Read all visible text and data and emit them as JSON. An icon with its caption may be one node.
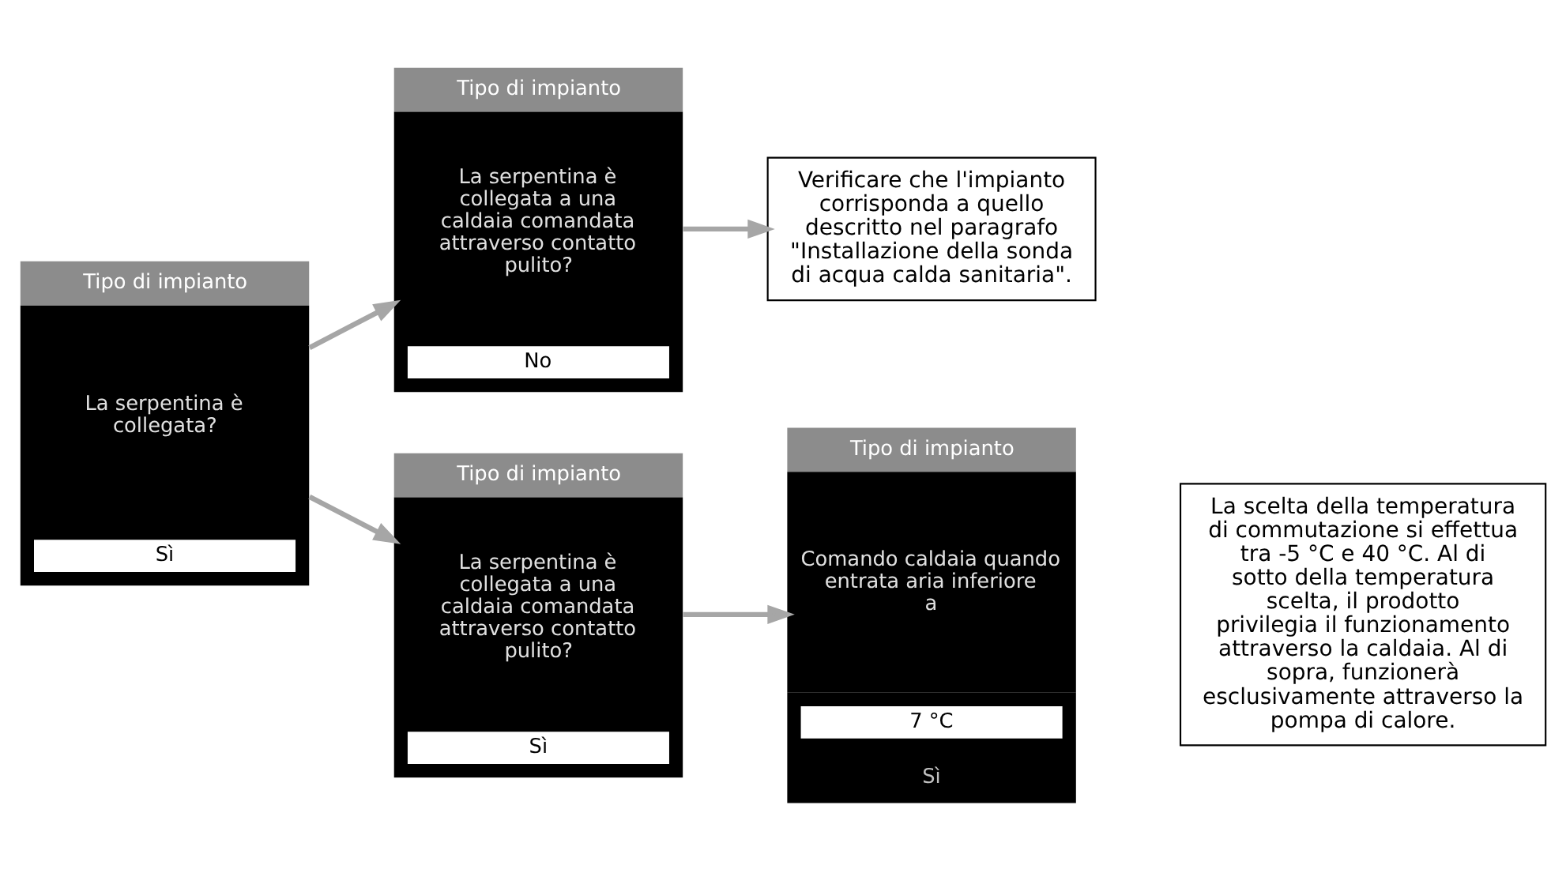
{
  "diagram": {
    "nodes": [
      {
        "text": [
          "Tipo di impianto",
          "La serpentina è collegata?",
          "Sì"
        ]
      },
      {
        "text": [
          "Tipo di impianto",
          "La serpentina è collegata a una caldaia comandata attraverso contatto pulito?",
          "No"
        ]
      },
      {
        "text": [
          "Verificare che l'impianto corrisponda a quello descritto nel paragrafo \"Installazione della sonda di acqua calda sanitaria\"."
        ]
      },
      {
        "text": [
          "Tipo di impianto",
          "La serpentina è collegata a una caldaia comandata attraverso contatto pulito?",
          "Sì"
        ]
      },
      {
        "text": [
          "Tipo di impianto",
          "Comando caldaia quando entrata aria inferiore a",
          "7 °C",
          "Sì"
        ]
      },
      {
        "text": [
          "La scelta della temperatura di commutazione si effettua tra -5 °C e 40 °C. Al di sotto della temperatura scelta, il prodotto privilegia il funzionamento attraverso la caldaia. Al di sopra, funzionerà esclusivamente attraverso la pompa di calore."
        ]
      }
    ],
    "edges": [
      {
        "from": 0,
        "to": 1,
        "arrow": "to"
      },
      {
        "from": 1,
        "to": 2,
        "arrow": "to"
      },
      {
        "from": 0,
        "to": 3,
        "arrow": "to"
      },
      {
        "from": 3,
        "to": 4,
        "arrow": "to"
      }
    ]
  }
}
